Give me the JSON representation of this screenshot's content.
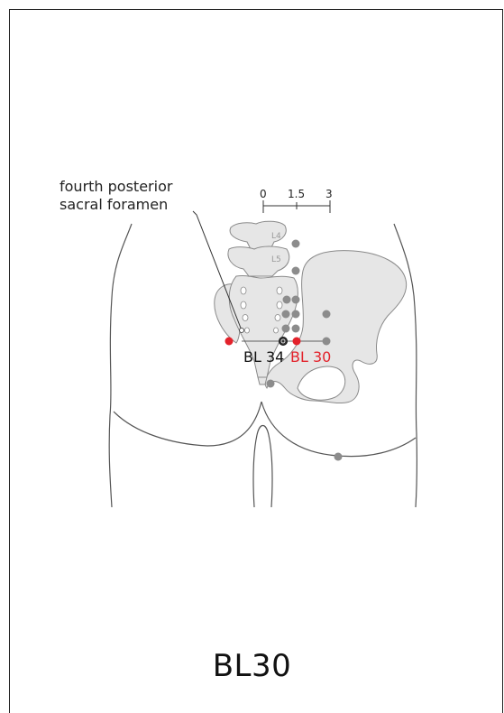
{
  "caption": "BL30",
  "annotation": {
    "line1": "fourth posterior",
    "line2": "sacral foramen"
  },
  "scale": {
    "ticks": [
      "0",
      "1.5",
      "3"
    ]
  },
  "vertebrae": {
    "l4": "L4",
    "l5": "L5"
  },
  "points": {
    "bl34": {
      "label": "BL 34",
      "color": "#111111"
    },
    "bl30": {
      "label": "BL 30",
      "color": "#e3222b"
    }
  },
  "colors": {
    "outline": "#555555",
    "bone_fill": "#e6e6e6",
    "bone_stroke": "#8a8a8a",
    "secondary_point": "#8c8c8c",
    "highlight_point": "#e3222b"
  }
}
